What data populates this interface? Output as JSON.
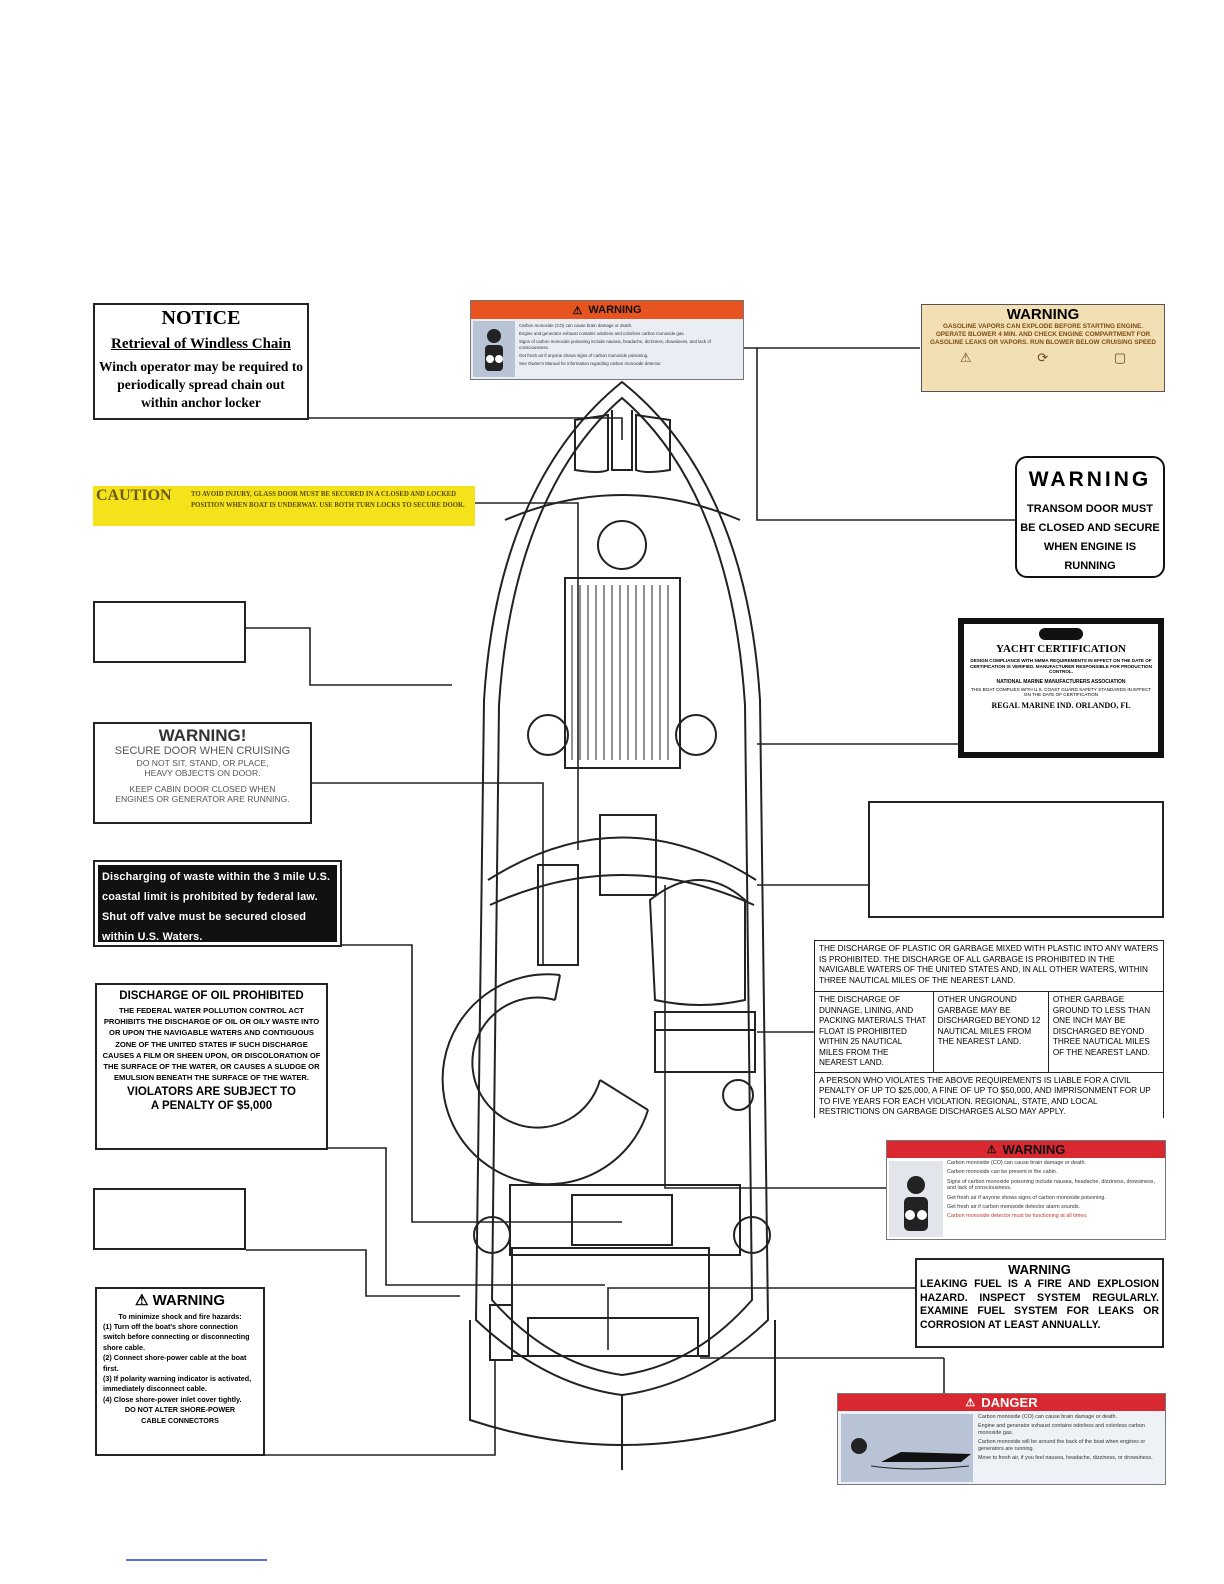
{
  "notice": {
    "title": "NOTICE",
    "subtitle": "Retrieval of Windless Chain",
    "body": "Winch operator may be required to periodically spread chain out within anchor locker"
  },
  "co_warning_top": {
    "header": "WARNING",
    "lines": [
      "Carbon monoxide (CO) can cause brain damage or death.",
      "Engine and generator exhaust contains odorless and colorless carbon monoxide gas.",
      "Signs of carbon monoxide poisoning include nausea, headache, dizziness, drowsiness, and lack of consciousness.",
      "Get fresh air if anyone shows signs of carbon monoxide poisoning.",
      "See Owner's Manual for information regarding carbon monoxide detector."
    ]
  },
  "gasoline_warning": {
    "header": "WARNING",
    "body": "GASOLINE VAPORS CAN EXPLODE BEFORE STARTING ENGINE. OPERATE BLOWER 4 MIN. AND CHECK ENGINE COMPARTMENT FOR GASOLINE LEAKS OR VAPORS. RUN BLOWER BELOW CRUISING SPEED"
  },
  "caution": {
    "header": "CAUTION",
    "body": "TO AVOID INJURY, GLASS DOOR MUST BE SECURED IN A CLOSED AND LOCKED POSITION WHEN BOAT IS UNDERWAY. USE BOTH TURN LOCKS TO SECURE DOOR."
  },
  "transom_warning": {
    "header": "WARNING",
    "lines": [
      "TRANSOM DOOR MUST",
      "BE CLOSED AND SECURE",
      "WHEN ENGINE IS RUNNING"
    ]
  },
  "yacht_cert": {
    "title": "YACHT CERTIFICATION",
    "line1": "DESIGN COMPLIANCE WITH NMMA REQUIREMENTS IN EFFECT ON THE DATE OF CERTIFICATION IS VERIFIED. MANUFACTURER RESPONSIBLE FOR PRODUCTION CONTROL.",
    "assoc": "NATIONAL MARINE MANUFACTURERS ASSOCIATION",
    "line2": "THIS BOAT COMPLIES WITH U.S. COAST GUARD SAFETY STANDARDS IN EFFECT ON THE DATE OF CERTIFICATION",
    "maker": "REGAL MARINE IND. ORLANDO, FL"
  },
  "secure_door_warning": {
    "header": "WARNING!",
    "line1": "SECURE DOOR WHEN CRUISING",
    "line2": "DO NOT SIT, STAND, OR PLACE, HEAVY OBJECTS ON DOOR.",
    "line3": "KEEP CABIN DOOR CLOSED WHEN ENGINES OR GENERATOR ARE RUNNING."
  },
  "waste_label": {
    "body": "Discharging of waste within the 3 mile U.S. coastal limit is prohibited by federal law. Shut off valve must be secured closed within U.S. Waters."
  },
  "garbage_placard": {
    "top": "THE DISCHARGE OF PLASTIC OR GARBAGE MIXED WITH PLASTIC INTO ANY WATERS IS PROHIBITED. THE DISCHARGE OF ALL GARBAGE IS PROHIBITED IN THE NAVIGABLE WATERS OF THE UNITED STATES AND, IN ALL OTHER WATERS, WITHIN THREE NAUTICAL MILES OF THE NEAREST LAND.",
    "col1": "THE DISCHARGE OF DUNNAGE, LINING, AND PACKING MATERIALS THAT FLOAT IS PROHIBITED WITHIN 25 NAUTICAL MILES FROM THE NEAREST LAND.",
    "col2": "OTHER UNGROUND GARBAGE MAY BE DISCHARGED BEYOND 12 NAUTICAL MILES FROM THE NEAREST LAND.",
    "col3": "OTHER GARBAGE GROUND TO LESS THAN ONE INCH MAY BE DISCHARGED BEYOND THREE NAUTICAL MILES OF THE NEAREST LAND.",
    "bottom": "A PERSON WHO VIOLATES THE ABOVE REQUIREMENTS IS LIABLE FOR A CIVIL PENALTY OF UP TO $25,000, A FINE OF UP TO $50,000, AND IMPRISONMENT FOR UP TO FIVE YEARS FOR EACH VIOLATION. REGIONAL, STATE, AND LOCAL RESTRICTIONS ON GARBAGE DISCHARGES ALSO MAY APPLY."
  },
  "oil_placard": {
    "title": "DISCHARGE OF OIL PROHIBITED",
    "body": "THE FEDERAL WATER POLLUTION CONTROL ACT PROHIBITS THE DISCHARGE OF OIL OR OILY WASTE INTO OR UPON THE NAVIGABLE WATERS AND CONTIGUOUS ZONE OF THE UNITED STATES IF SUCH DISCHARGE CAUSES A FILM OR SHEEN UPON, OR DISCOLORATION OF THE SURFACE OF THE WATER, OR CAUSES A SLUDGE OR EMULSION BENEATH THE SURFACE OF THE WATER.",
    "penalty1": "VIOLATORS ARE SUBJECT TO",
    "penalty2": "A PENALTY OF $5,000"
  },
  "co_warning_mid": {
    "header": "WARNING",
    "lines": [
      "Carbon monoxide (CO) can cause brain damage or death.",
      "Carbon monoxide can be present in the cabin.",
      "Signs of carbon monoxide poisoning include nausea, headache, dizziness, drowsiness, and lack of consciousness.",
      "Get fresh air if anyone shows signs of carbon monoxide poisoning.",
      "Get fresh air if carbon monoxide detector alarm sounds.",
      "Carbon monoxide detector must be functioning at all times."
    ]
  },
  "leaking_fuel": {
    "header": "WARNING",
    "body": "LEAKING FUEL IS A FIRE AND EXPLOSION HAZARD. INSPECT SYSTEM REGULARLY. EXAMINE FUEL SYSTEM FOR LEAKS OR CORROSION AT LEAST ANNUALLY."
  },
  "shore_power": {
    "header": "WARNING",
    "intro": "To minimize shock and fire hazards:",
    "steps": [
      "(1) Turn off the boat's shore connection switch before connecting or disconnecting shore cable.",
      "(2) Connect shore-power cable at the boat first.",
      "(3) If polarity warning indicator is activated, immediately disconnect cable.",
      "(4) Close shore-power inlet cover tightly."
    ],
    "footer": "DO NOT ALTER SHORE-POWER CABLE CONNECTORS"
  },
  "danger": {
    "header": "DANGER",
    "lines": [
      "Carbon monoxide (CO) can cause brain damage or death.",
      "Engine and generator exhaust contains odorless and colorless carbon monoxide gas.",
      "Carbon monoxide will be around the back of the boat when engines or generators are running.",
      "Move to fresh air, if you feel nausea, headache, dizziness, or drowsiness."
    ]
  },
  "colors": {
    "warning_orange": "#e8541f",
    "danger_red": "#d9282f",
    "caution_yellow": "#f4e21b",
    "gas_tan": "#f3dfb4",
    "hazard_icon_bg": "#b8c4d6"
  }
}
